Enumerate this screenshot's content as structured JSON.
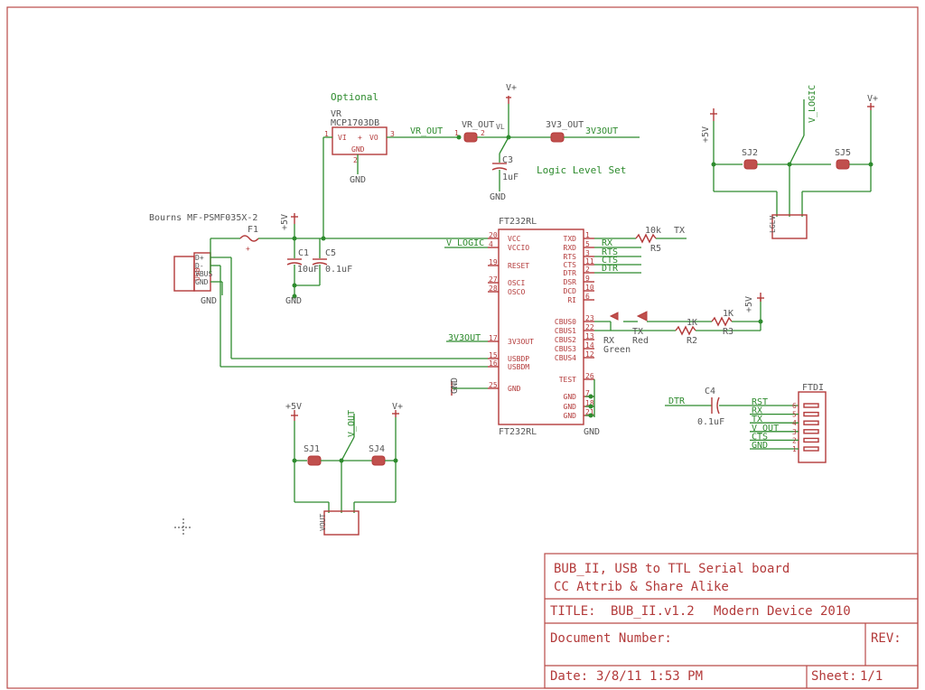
{
  "title_block": {
    "line1": "BUB_II, USB to TTL Serial board",
    "line2": "CC Attrib & Share Alike",
    "title_label": "TITLE:",
    "title_value": "BUB_II.v1.2",
    "company": "Modern Device 2010",
    "doc_label": "Document Number:",
    "rev_label": "REV:",
    "date_label": "Date:",
    "date_value": "3/8/11 1:53 PM",
    "sheet_label": "Sheet:",
    "sheet_value": "1/1"
  },
  "notes": {
    "optional": "Optional",
    "logic_level": "Logic Level Set"
  },
  "parts": {
    "vr_name": "VR",
    "vr_value": "MCP1703DB",
    "vr_vi": "VI",
    "vr_vo": "VO",
    "vr_gnd": "GND",
    "fuse_part": "Bourns MF-PSMF035X-2",
    "fuse_name": "F1",
    "c1_name": "C1",
    "c1_value": "10uF",
    "c5_name": "C5",
    "c5_value": "0.1uF",
    "c3_name": "C3",
    "c3_value": "1uF",
    "c4_name": "C4",
    "c4_value": "0.1uF",
    "ic_name": "FT232RL",
    "ic_value": "FT232RL",
    "r5_name": "R5",
    "r5_value": "10k",
    "r2_name": "R2",
    "r2_value": "1K",
    "r3_name": "R3",
    "r3_value": "1K",
    "led_rx": "RX",
    "led_rx_color": "Green",
    "led_tx": "TX",
    "led_tx_color": "Red",
    "usb_label": "USB",
    "sj1": "SJ1",
    "sj2": "SJ2",
    "sj4": "SJ4",
    "sj5": "SJ5",
    "vout_conn": "VOUT",
    "lglv_conn": "LGLV",
    "ftdi_conn": "FTDI",
    "vr_out_part": "VR_OUT",
    "v3out_part": "3V3_OUT"
  },
  "usb_pins": [
    "D+",
    "D-",
    "VBUS",
    "GND"
  ],
  "ic_left_pins": [
    {
      "name": "VCC",
      "num": "20"
    },
    {
      "name": "VCCIO",
      "num": "4"
    },
    {
      "name": "RESET",
      "num": "19"
    },
    {
      "name": "OSCI",
      "num": "27"
    },
    {
      "name": "OSCO",
      "num": "28"
    },
    {
      "name": "3V3OUT",
      "num": "17"
    },
    {
      "name": "USBDP",
      "num": "15"
    },
    {
      "name": "USBDM",
      "num": "16"
    },
    {
      "name": "GND",
      "num": "25"
    }
  ],
  "ic_right_pins": [
    {
      "name": "TXD",
      "num": "1"
    },
    {
      "name": "RXD",
      "num": "5"
    },
    {
      "name": "RTS",
      "num": "3"
    },
    {
      "name": "CTS",
      "num": "11"
    },
    {
      "name": "DTR",
      "num": "2"
    },
    {
      "name": "DSR",
      "num": "9"
    },
    {
      "name": "DCD",
      "num": "10"
    },
    {
      "name": "RI",
      "num": "6"
    },
    {
      "name": "CBUS0",
      "num": "23"
    },
    {
      "name": "CBUS1",
      "num": "22"
    },
    {
      "name": "CBUS2",
      "num": "13"
    },
    {
      "name": "CBUS3",
      "num": "14"
    },
    {
      "name": "CBUS4",
      "num": "12"
    },
    {
      "name": "TEST",
      "num": "26"
    },
    {
      "name": "GND",
      "num": "7"
    },
    {
      "name": "GND",
      "num": "18"
    },
    {
      "name": "GND",
      "num": "21"
    }
  ],
  "ftdi_pins": [
    {
      "signal": "RST",
      "num": "6"
    },
    {
      "signal": "RX",
      "num": "5"
    },
    {
      "signal": "TX",
      "num": "4"
    },
    {
      "signal": "V_OUT",
      "num": "3"
    },
    {
      "signal": "CTS",
      "num": "2"
    },
    {
      "signal": "GND",
      "num": "1"
    }
  ],
  "nets": {
    "vr_out": "VR_OUT",
    "v3v3out": "3V3OUT",
    "v_logic": "V_LOGIC",
    "rx": "RX",
    "rts": "RTS",
    "cts": "CTS",
    "dtr": "DTR",
    "tx": "TX",
    "dtr2": "DTR",
    "v3v3out2": "3V3OUT",
    "v_out": "V_OUT",
    "v_logic2": "V_LOGIC",
    "gnd": "GND",
    "plus5v": "+5V",
    "vplus": "V+"
  }
}
